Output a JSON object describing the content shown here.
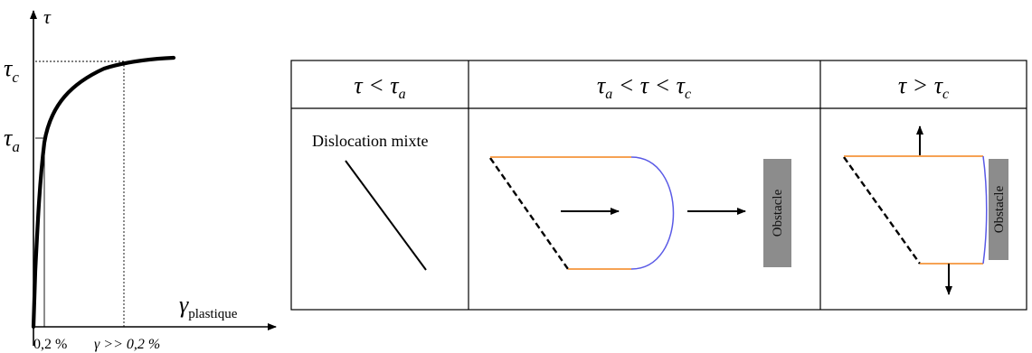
{
  "graph": {
    "y_axis_symbol": "τ",
    "x_axis_symbol": "γ",
    "x_axis_subscript": "plastique",
    "tau_c": {
      "symbol": "τ",
      "sub": "c"
    },
    "tau_a": {
      "symbol": "τ",
      "sub": "a"
    },
    "tick_02": "0,2 %",
    "tick_gamma": "γ >> 0,2 %"
  },
  "table": {
    "columns": [
      {
        "header": {
          "lhs": "τ",
          "op1": " < ",
          "mid": "τ",
          "mid_sub": "a",
          "op2": "",
          "rhs": "",
          "rhs_sub": ""
        }
      },
      {
        "header": {
          "lhs": "τ",
          "lhs_sub": "a",
          "op1": " < ",
          "mid": "τ",
          "op2": " < ",
          "rhs": "τ",
          "rhs_sub": "c"
        }
      },
      {
        "header": {
          "lhs": "τ",
          "op1": " > ",
          "mid": "τ",
          "mid_sub": "c"
        }
      }
    ],
    "cell1_label": "Dislocation mixte",
    "obstacle_label": "Obstacle"
  },
  "colors": {
    "orange_line": "#f5943c",
    "blue_line": "#5a5ae6",
    "obstacle_fill": "#8c8c8c"
  }
}
